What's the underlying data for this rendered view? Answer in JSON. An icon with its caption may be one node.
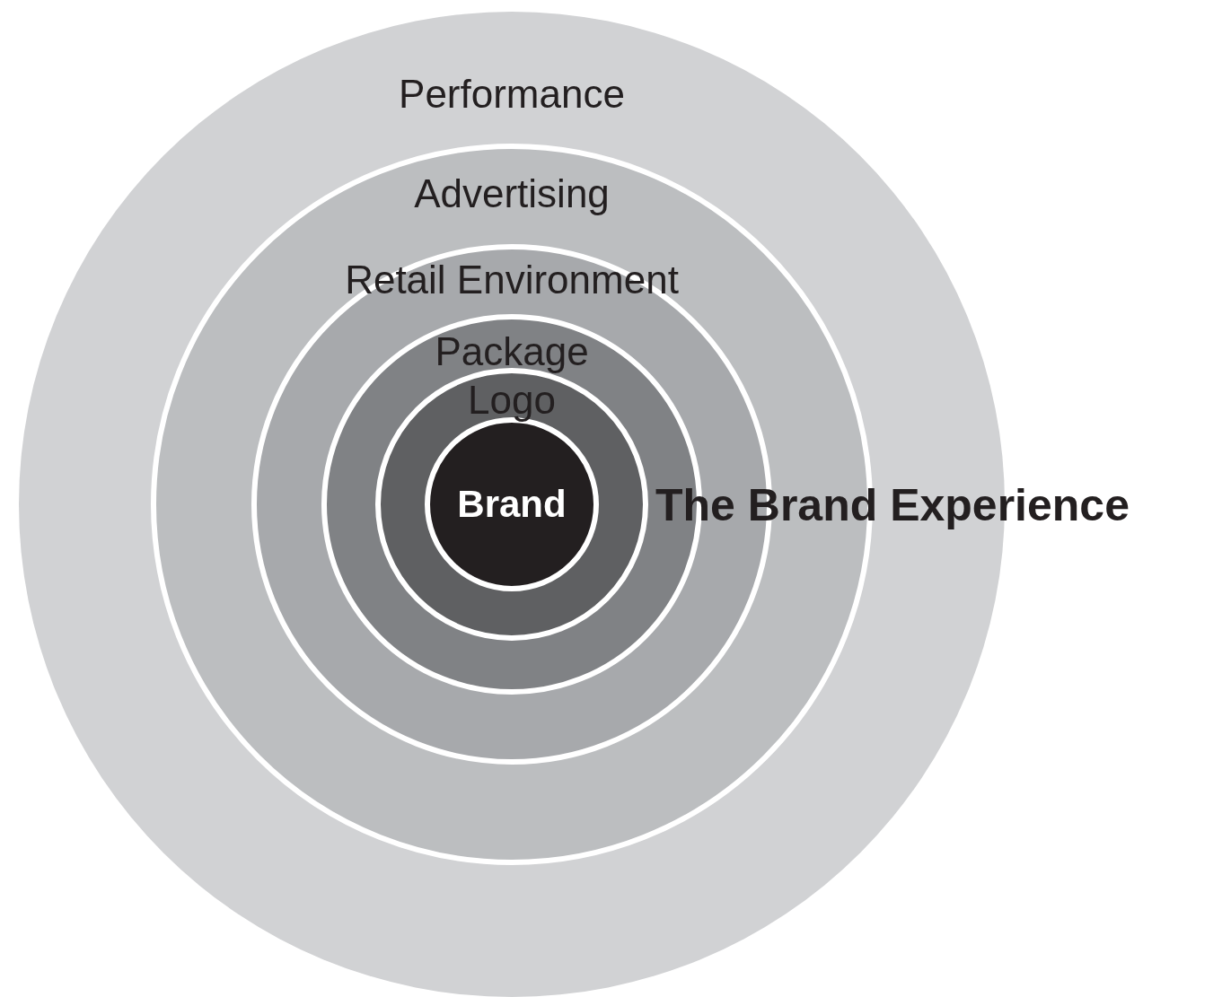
{
  "diagram": {
    "title": "The Brand Experience",
    "nodes": [
      {
        "text": [
          "Performance"
        ]
      },
      {
        "text": [
          "Advertising"
        ],
        "in": 0
      },
      {
        "text": [
          "Retail Environment"
        ],
        "in": 1
      },
      {
        "text": [
          "Package"
        ],
        "in": 2
      },
      {
        "text": [
          "Logo"
        ],
        "in": 3
      },
      {
        "text": [
          "Brand"
        ],
        "in": 4
      }
    ],
    "edges": []
  }
}
